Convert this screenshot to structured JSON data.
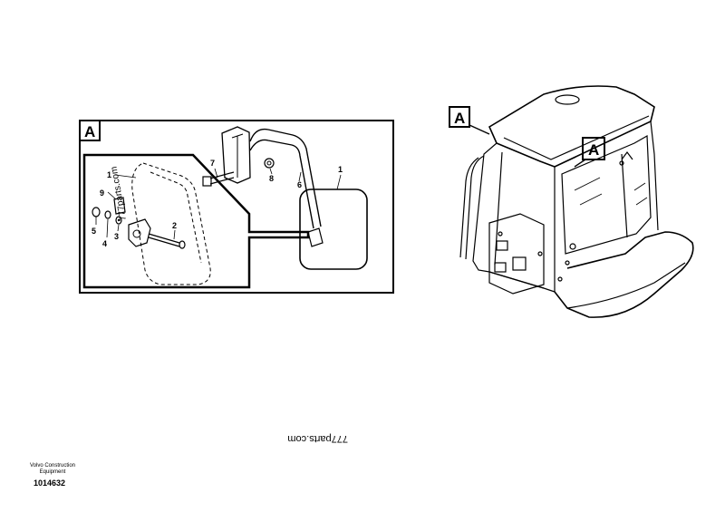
{
  "section_labels": {
    "detail": "A",
    "overview_box": "A",
    "overview_callout": "A"
  },
  "callouts": {
    "c1_bracket": "1",
    "c9": "9",
    "c5": "5",
    "c4": "4",
    "c3": "3",
    "c2": "2",
    "c7": "7",
    "c8": "8",
    "c6": "6",
    "c1_mirror": "1"
  },
  "watermarks": {
    "upside_down": "777parts.com",
    "rotated_small": "777parts.com"
  },
  "footer": {
    "company_line1": "Volvo Construction",
    "company_line2": "Equipment",
    "doc_number": "1014632"
  }
}
